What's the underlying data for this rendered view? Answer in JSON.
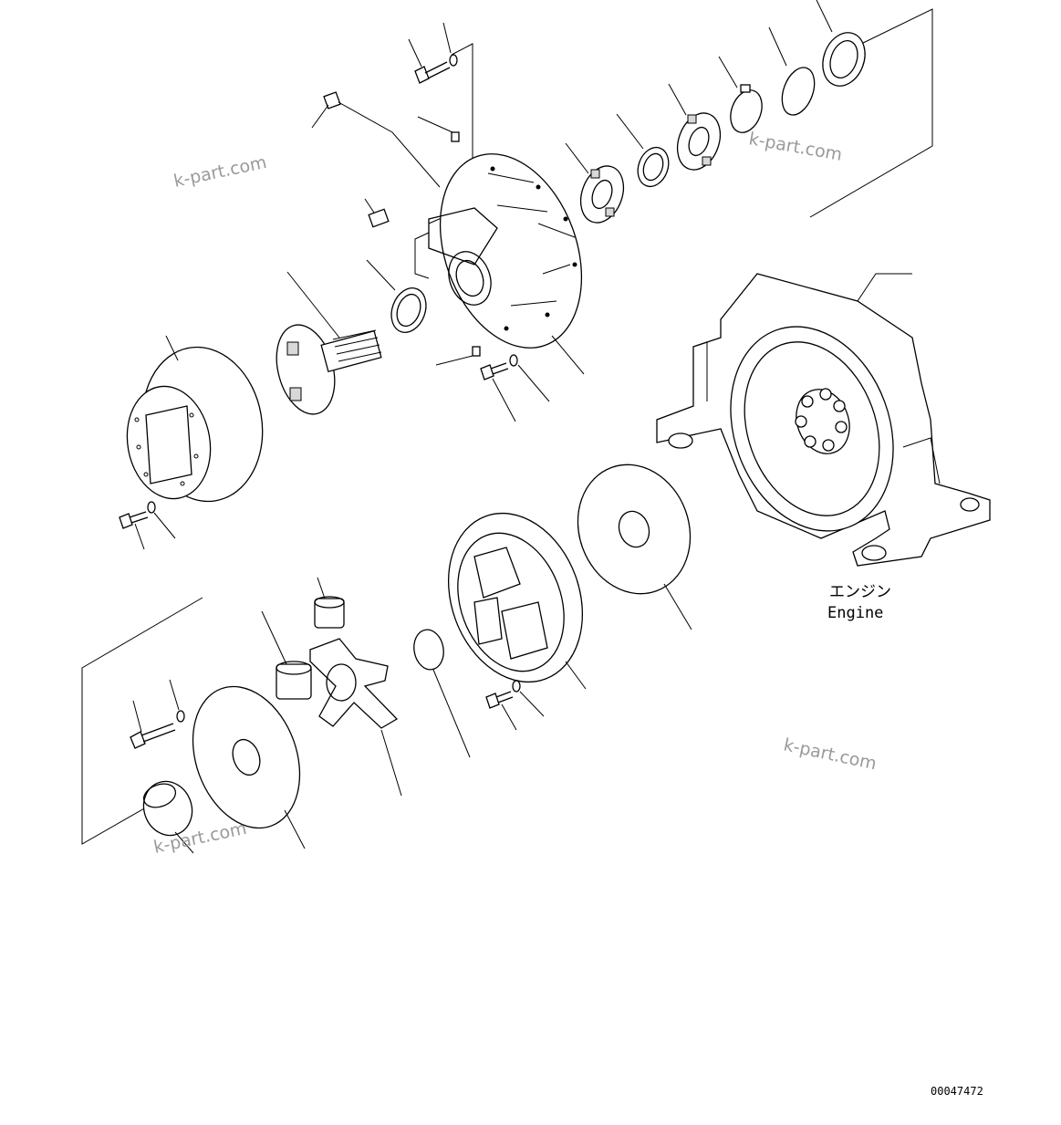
{
  "labels": {
    "engine_jp": "エンジン",
    "engine_en": "Engine"
  },
  "drawing_code": "00047472",
  "watermarks": [
    "k-part.com",
    "k-part.com",
    "k-part.com",
    "k-part.com"
  ]
}
